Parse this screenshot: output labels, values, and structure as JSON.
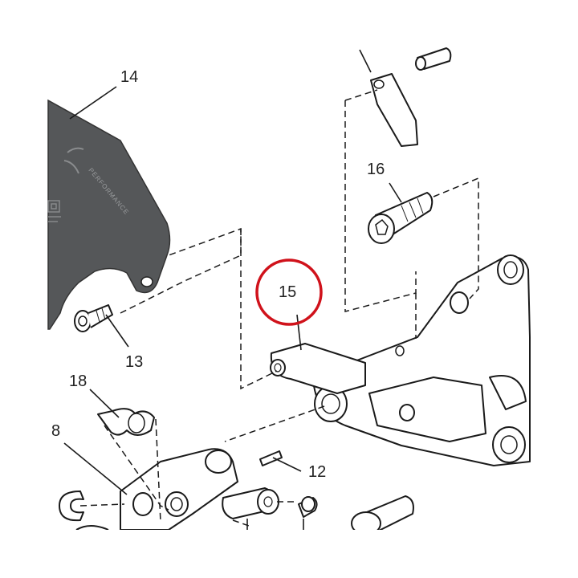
{
  "diagram": {
    "callouts": [
      {
        "id": "14",
        "label": "14"
      },
      {
        "id": "15",
        "label": "15"
      },
      {
        "id": "16",
        "label": "16"
      },
      {
        "id": "13",
        "label": "13"
      },
      {
        "id": "18",
        "label": "18"
      },
      {
        "id": "8",
        "label": "8"
      },
      {
        "id": "12",
        "label": "12"
      }
    ],
    "highlight": {
      "callout": "15",
      "color": "#d0121b"
    },
    "cover_brand_text": "PERFORMANCE",
    "colors": {
      "cover_fill": "#555759",
      "line": "#1a1a1a",
      "background": "#ffffff"
    }
  }
}
